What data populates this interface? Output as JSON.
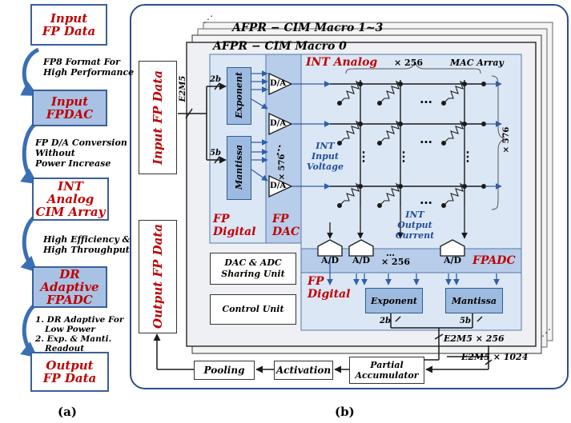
{
  "panel_a": {
    "caption": "(a)",
    "steps": [
      {
        "lines": [
          "Input",
          "FP Data"
        ],
        "style": "white"
      },
      {
        "lines": [
          "Input",
          "FPDAC"
        ],
        "style": "blue"
      },
      {
        "lines": [
          "INT",
          "Analog",
          "CIM Array"
        ],
        "style": "white"
      },
      {
        "lines": [
          "DR",
          "Adaptive",
          "FPADC"
        ],
        "style": "blue"
      },
      {
        "lines": [
          "Output",
          "FP Data"
        ],
        "style": "white"
      }
    ],
    "notes": [
      [
        "FP8 Format For",
        "High Performance"
      ],
      [
        "FP D/A Conversion",
        "Without",
        "Power Increase"
      ],
      [
        "High Efficiency &",
        "High Throughput"
      ],
      [
        "1. DR Adaptive For",
        "Low Power",
        "2. Exp. & Manti.",
        "Readout"
      ]
    ]
  },
  "panel_b": {
    "caption": "(b)",
    "macro_back_title": "AFPR − CIM Macro 1~3",
    "macro_front_title": "AFPR − CIM Macro 0",
    "ellipsis": "⋰",
    "input_box": "Input FP Data",
    "output_box": "Output FP Data",
    "e2m5_in": "E2M5",
    "bits_exp": "2b",
    "bits_man": "5b",
    "exponent": "Exponent",
    "mantissa": "Mantissa",
    "fp_digital": [
      "FP",
      "Digital"
    ],
    "fp_dac": [
      "FP",
      "DAC"
    ],
    "da_label": "D/A",
    "dac_count": "× 576",
    "dac_dots": "⋮",
    "int_analog": "INT Analog",
    "int_analog_count": "× 256",
    "mac_array": "MAC Array",
    "row_count": "× 576",
    "int_input": [
      "INT",
      "Input",
      "Voltage"
    ],
    "int_output": [
      "INT",
      "Output",
      "Current"
    ],
    "ad_label": "A/D",
    "ad_count": "× 256",
    "ad_dots": "…",
    "fpadc": "FPADC",
    "dac_adc_unit": [
      "DAC & ADC",
      "Sharing Unit"
    ],
    "control_unit": "Control Unit",
    "exponent_out": "Exponent",
    "mantissa_out": "Mantissa",
    "bits_exp_out": "2b",
    "bits_man_out": "5b",
    "e2m5_256": "E2M5 × 256",
    "e2m5_1024": "E2M5 × 1024",
    "partial_acc": [
      "Partial",
      "Accumulator"
    ],
    "activation": "Activation",
    "pooling": "Pooling",
    "col_dots": "…",
    "row_dots": "⋮"
  }
}
